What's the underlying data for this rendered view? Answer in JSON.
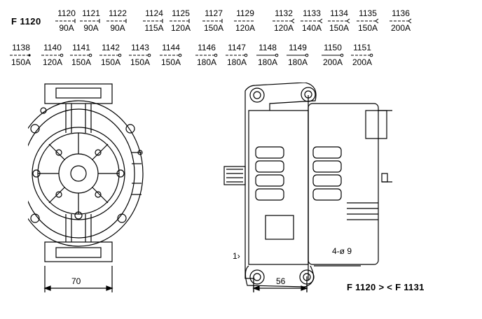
{
  "heading": "F 1120",
  "variants_row1": [
    {
      "part": "1120",
      "amps": "90A",
      "marker": "dash-tick"
    },
    {
      "part": "1121",
      "amps": "90A",
      "marker": "dash-tick"
    },
    {
      "part": "1122",
      "amps": "90A",
      "marker": "dash-tick"
    },
    {
      "part": "1124",
      "amps": "115A",
      "marker": "dash-tick"
    },
    {
      "part": "1125",
      "amps": "120A",
      "marker": "dash-tick"
    },
    {
      "part": "1127",
      "amps": "150A",
      "marker": "dash-tick"
    },
    {
      "part": "1129",
      "amps": "120A",
      "marker": "dash"
    },
    {
      "part": "1132",
      "amps": "120A",
      "marker": "dash-chevron"
    },
    {
      "part": "1133",
      "amps": "140A",
      "marker": "dash-chevron"
    },
    {
      "part": "1134",
      "amps": "150A",
      "marker": "dash-chevron"
    },
    {
      "part": "1135",
      "amps": "150A",
      "marker": "dash-chevron"
    },
    {
      "part": "1136",
      "amps": "200A",
      "marker": "dash-chevron"
    }
  ],
  "variants_row2": [
    {
      "part": "1138",
      "amps": "150A",
      "marker": "dash-dot"
    },
    {
      "part": "1140",
      "amps": "120A",
      "marker": "dash-circle"
    },
    {
      "part": "1141",
      "amps": "150A",
      "marker": "dash-circle"
    },
    {
      "part": "1142",
      "amps": "150A",
      "marker": "dash-circle"
    },
    {
      "part": "1143",
      "amps": "150A",
      "marker": "dash-circle"
    },
    {
      "part": "1144",
      "amps": "150A",
      "marker": "dash-circle"
    },
    {
      "part": "1146",
      "amps": "180A",
      "marker": "dash-circle"
    },
    {
      "part": "1147",
      "amps": "180A",
      "marker": "dash-circle"
    },
    {
      "part": "1148",
      "amps": "180A",
      "marker": "solid-circle"
    },
    {
      "part": "1149",
      "amps": "180A",
      "marker": "solid-circle"
    },
    {
      "part": "1150",
      "amps": "200A",
      "marker": "solid-circle"
    },
    {
      "part": "1151",
      "amps": "200A",
      "marker": "dash-circle"
    }
  ],
  "front_view": {
    "width_dim": "70"
  },
  "side_view": {
    "mount_dim": "56",
    "hole_label": "4-ø 9",
    "callout": "1"
  },
  "footer": "F 1120 >  < F 1131"
}
